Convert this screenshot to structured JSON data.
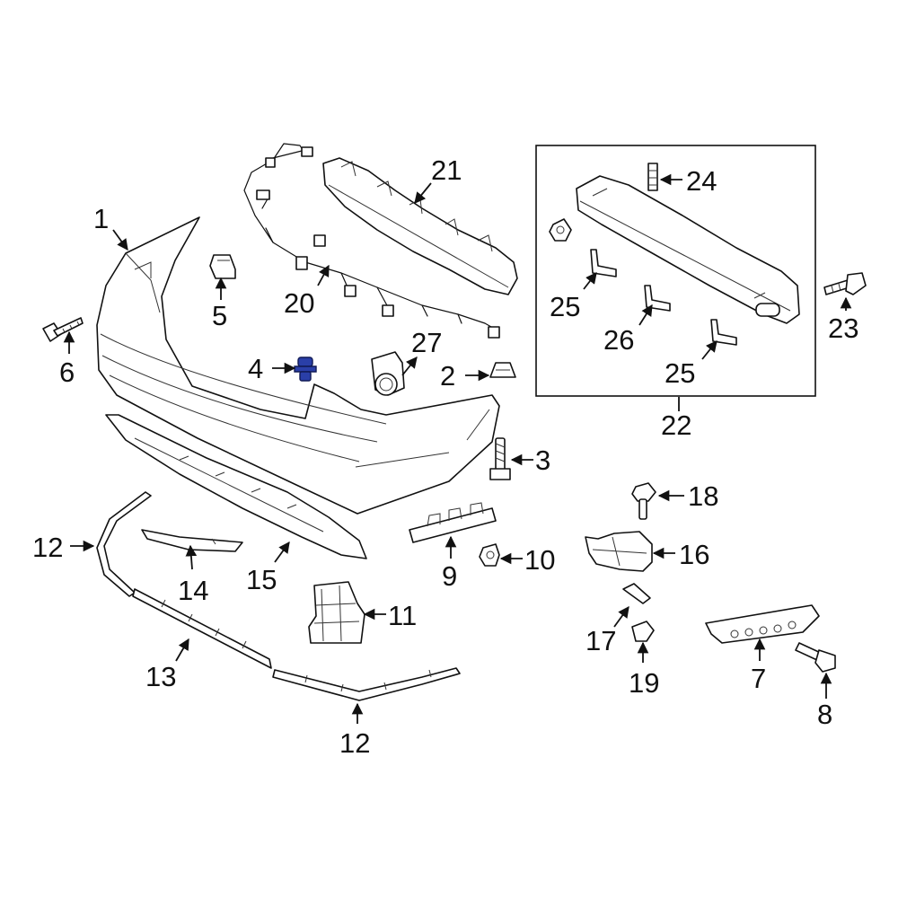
{
  "callouts": {
    "c1": "1",
    "c2": "2",
    "c3": "3",
    "c4": "4",
    "c5": "5",
    "c6": "6",
    "c7": "7",
    "c8": "8",
    "c9": "9",
    "c10": "10",
    "c11": "11",
    "c12a": "12",
    "c12b": "12",
    "c13": "13",
    "c14": "14",
    "c15": "15",
    "c16": "16",
    "c17": "17",
    "c18": "18",
    "c19": "19",
    "c20": "20",
    "c21": "21",
    "c22": "22",
    "c23": "23",
    "c24": "24",
    "c25a": "25",
    "c25b": "25",
    "c26": "26",
    "c27": "27"
  },
  "highlighted_part": "4",
  "colors": {
    "line": "#111111",
    "highlight": "#2a3fa8",
    "background": "#ffffff"
  }
}
